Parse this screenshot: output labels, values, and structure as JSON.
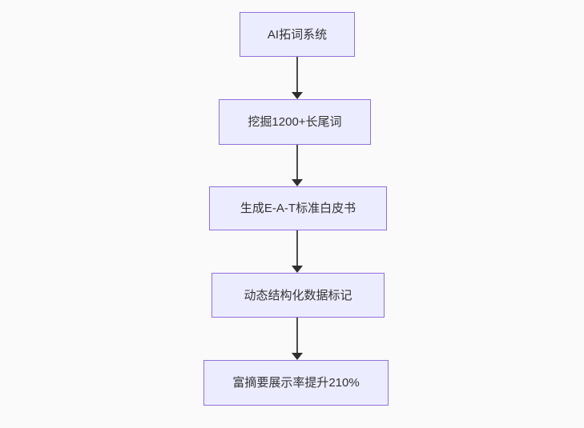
{
  "diagram": {
    "type": "flowchart",
    "direction": "top-down",
    "colors": {
      "background": "#fafafa",
      "node_fill": "#ECECFF",
      "node_border": "#9370DB",
      "text_color": "#333333",
      "arrow_line": "#4b4b4b",
      "arrow_head": "#2e2e2e"
    },
    "nodes": [
      {
        "label": "AI拓词系统"
      },
      {
        "label": "挖掘1200+长尾词"
      },
      {
        "label": "生成E-A-T标准白皮书"
      },
      {
        "label": "动态结构化数据标记"
      },
      {
        "label": "富摘要展示率提升210%"
      }
    ],
    "edges": [
      {
        "from": "AI拓词系统",
        "to": "挖掘1200+长尾词"
      },
      {
        "from": "挖掘1200+长尾词",
        "to": "生成E-A-T标准白皮书"
      },
      {
        "from": "生成E-A-T标准白皮书",
        "to": "动态结构化数据标记"
      },
      {
        "from": "动态结构化数据标记",
        "to": "富摘要展示率提升210%"
      }
    ]
  }
}
